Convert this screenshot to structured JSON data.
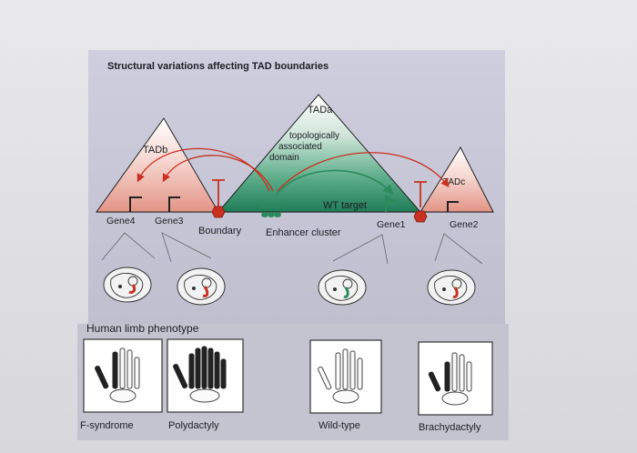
{
  "title": "Structural variations affecting TAD boundaries",
  "tads": {
    "a": "TADa",
    "b": "TADb",
    "c": "TADc",
    "annotation": [
      "topologically",
      "associated",
      "domain"
    ]
  },
  "genes": {
    "gene4": "Gene4",
    "gene3": "Gene3",
    "gene1": "Gene1",
    "gene2": "Gene2"
  },
  "labels": {
    "boundary": "Boundary",
    "enhancer_cluster": "Enhancer cluster",
    "wt_target": "WT target"
  },
  "phenotype": {
    "header": "Human limb phenotype",
    "items": [
      "F-syndrome",
      "Polydactyly",
      "Wild-type",
      "Brachydactyly"
    ]
  },
  "colors": {
    "panel_top": "#c9c8d9",
    "panel_bottom": "#bdbdcc",
    "green_tad": "#2e8e6a",
    "red_tad": "#e7a29a",
    "boundary_red": "#c9301f",
    "enhancer_green": "#2a8c5c"
  }
}
